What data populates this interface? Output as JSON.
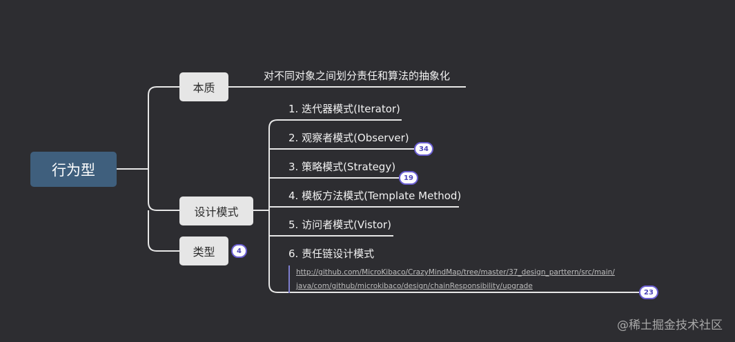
{
  "root": {
    "label": "行为型"
  },
  "branches": {
    "essence": {
      "label": "本质",
      "child": "对不同对象之间划分责任和算法的抽象化"
    },
    "patterns": {
      "label": "设计模式",
      "items": [
        {
          "label": "1. 迭代器模式(Iterator)"
        },
        {
          "label": "2. 观察者模式(Observer)",
          "badge": "34"
        },
        {
          "label": "3. 策略模式(Strategy)",
          "badge": "19"
        },
        {
          "label": "4. 模板方法模式(Template Method)"
        },
        {
          "label": "5. 访问者模式(Vistor)"
        },
        {
          "label": "6. 责任链设计模式",
          "link_lines": [
            "http://github.com/MicroKibaco/CrazyMindMap/tree/master/37_design_parttern/src/main/",
            "java/com/github/microkibaco/design/chainResponsibility/upgrade"
          ],
          "badge": "23"
        }
      ]
    },
    "types": {
      "label": "类型",
      "badge": "4"
    }
  },
  "watermark": "@稀土掘金技术社区",
  "colors": {
    "background": "#2d2d31",
    "root_fill": "#3f5f7d",
    "topic_fill": "#e6e6e6",
    "connector": "#e8e8e8",
    "badge_border": "#6b5fd3"
  }
}
